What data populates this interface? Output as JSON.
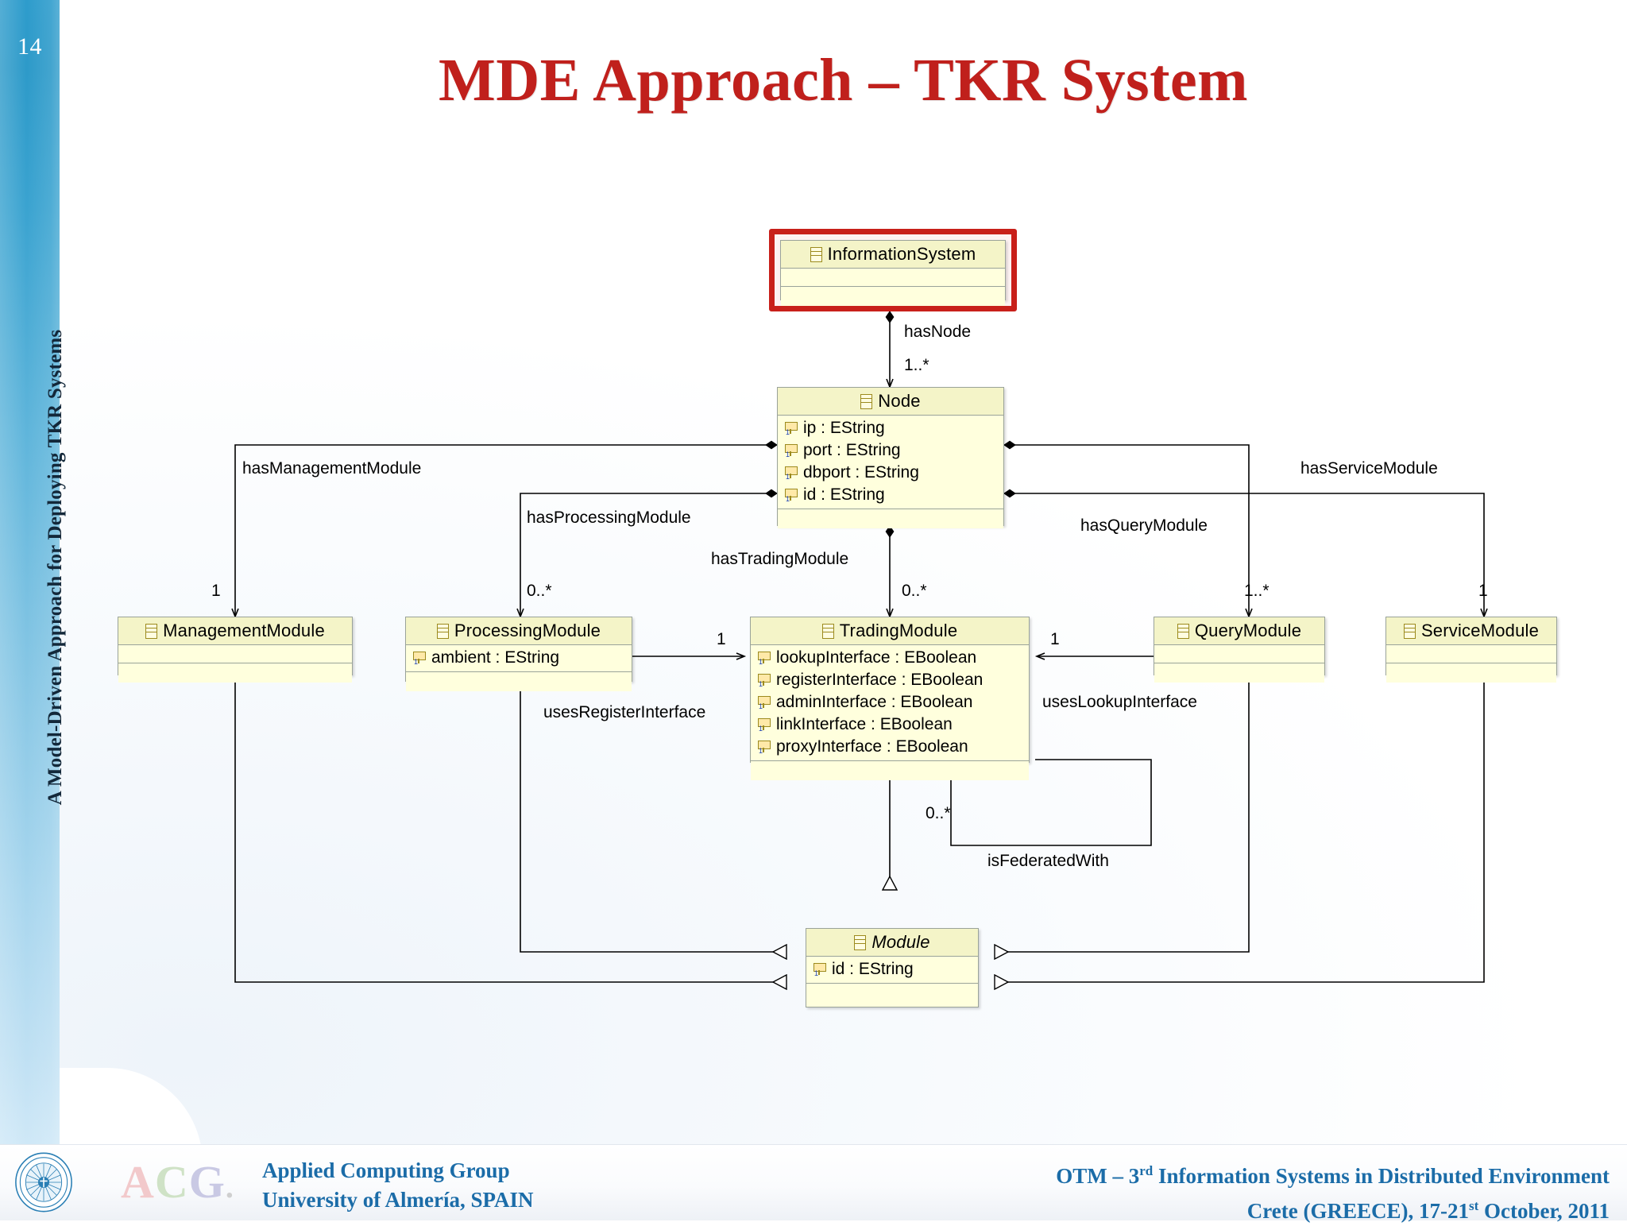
{
  "slide": {
    "page_number": "14",
    "side_title": "A Model-Driven Approach for Deploying TKR Systems",
    "title": "MDE Approach – TKR System"
  },
  "footer": {
    "acg_logo": "ACG",
    "org_line1": "Applied Computing Group",
    "org_line2": "University of Almería, SPAIN",
    "conf_line1_a": "OTM – 3",
    "conf_line1_sup": "rd",
    "conf_line1_b": " Information Systems in Distributed Environment",
    "conf_line2_a": "Crete (GREECE), 17-21",
    "conf_line2_sup": "st",
    "conf_line2_b": " October, 2011"
  },
  "diagram": {
    "type": "uml-class-diagram",
    "classes": [
      {
        "id": "InformationSystem",
        "name": "InformationSystem",
        "abstract": false,
        "highlighted": true,
        "attributes": []
      },
      {
        "id": "Node",
        "name": "Node",
        "abstract": false,
        "highlighted": false,
        "attributes": [
          {
            "name": "ip",
            "type": "EString",
            "multiplicity": "1"
          },
          {
            "name": "port",
            "type": "EString",
            "multiplicity": "1"
          },
          {
            "name": "dbport",
            "type": "EString",
            "multiplicity": "1"
          },
          {
            "name": "id",
            "type": "EString",
            "multiplicity": "1"
          }
        ]
      },
      {
        "id": "ManagementModule",
        "name": "ManagementModule",
        "abstract": false,
        "highlighted": false,
        "attributes": []
      },
      {
        "id": "ProcessingModule",
        "name": "ProcessingModule",
        "abstract": false,
        "highlighted": false,
        "attributes": [
          {
            "name": "ambient",
            "type": "EString",
            "multiplicity": "1"
          }
        ]
      },
      {
        "id": "TradingModule",
        "name": "TradingModule",
        "abstract": false,
        "highlighted": false,
        "attributes": [
          {
            "name": "lookupInterface",
            "type": "EBoolean",
            "multiplicity": "1"
          },
          {
            "name": "registerInterface",
            "type": "EBoolean",
            "multiplicity": "1"
          },
          {
            "name": "adminInterface",
            "type": "EBoolean",
            "multiplicity": "1"
          },
          {
            "name": "linkInterface",
            "type": "EBoolean",
            "multiplicity": "1"
          },
          {
            "name": "proxyInterface",
            "type": "EBoolean",
            "multiplicity": "1"
          }
        ]
      },
      {
        "id": "QueryModule",
        "name": "QueryModule",
        "abstract": false,
        "highlighted": false,
        "attributes": []
      },
      {
        "id": "ServiceModule",
        "name": "ServiceModule",
        "abstract": false,
        "highlighted": false,
        "attributes": []
      },
      {
        "id": "Module",
        "name": "Module",
        "abstract": true,
        "highlighted": false,
        "attributes": [
          {
            "name": "id",
            "type": "EString",
            "multiplicity": "1"
          }
        ]
      }
    ],
    "associations": [
      {
        "label": "hasNode",
        "from": "InformationSystem",
        "to": "Node",
        "kind": "composition",
        "multiplicity": "1..*"
      },
      {
        "label": "hasManagementModule",
        "from": "Node",
        "to": "ManagementModule",
        "kind": "composition",
        "multiplicity": "1"
      },
      {
        "label": "hasProcessingModule",
        "from": "Node",
        "to": "ProcessingModule",
        "kind": "composition",
        "multiplicity": "0..*"
      },
      {
        "label": "hasTradingModule",
        "from": "Node",
        "to": "TradingModule",
        "kind": "composition",
        "multiplicity": "0..*"
      },
      {
        "label": "hasQueryModule",
        "from": "Node",
        "to": "QueryModule",
        "kind": "composition",
        "multiplicity": "1..*"
      },
      {
        "label": "hasServiceModule",
        "from": "Node",
        "to": "ServiceModule",
        "kind": "composition",
        "multiplicity": "1"
      },
      {
        "label": "usesRegisterInterface",
        "from": "ProcessingModule",
        "to": "TradingModule",
        "kind": "association",
        "multiplicity": "1"
      },
      {
        "label": "usesLookupInterface",
        "from": "QueryModule",
        "to": "TradingModule",
        "kind": "association",
        "multiplicity": "1"
      },
      {
        "label": "isFederatedWith",
        "from": "TradingModule",
        "to": "TradingModule",
        "kind": "association",
        "multiplicity": "0..*"
      }
    ],
    "generalizations": [
      {
        "from": "TradingModule",
        "to": "Module"
      },
      {
        "from": "ManagementModule",
        "to": "Module"
      },
      {
        "from": "ProcessingModule",
        "to": "Module"
      },
      {
        "from": "QueryModule",
        "to": "Module"
      },
      {
        "from": "ServiceModule",
        "to": "Module"
      }
    ]
  },
  "colors": {
    "title_red": "#c0201c",
    "class_fill": "#ffffdd",
    "class_header": "#f4f4c8",
    "class_border": "#9aa39a",
    "highlight_red": "#c8201a",
    "rail_blue": "#2e9ccc",
    "footer_blue": "#1b6ca8"
  }
}
